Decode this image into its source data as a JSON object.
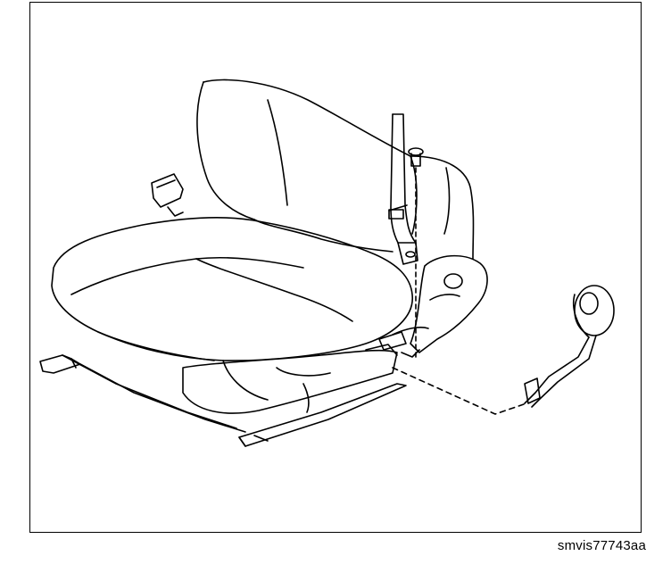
{
  "figure": {
    "caption": "smvis77743aa",
    "line_color": "#000000",
    "background_color": "#ffffff",
    "parts": [
      "seat-back",
      "seat-cushion",
      "seat-belt-buckle",
      "seat-belt-strap",
      "mounting-bolt",
      "recliner-lever",
      "side-trim-panel",
      "seat-track-left",
      "seat-track-right"
    ]
  }
}
